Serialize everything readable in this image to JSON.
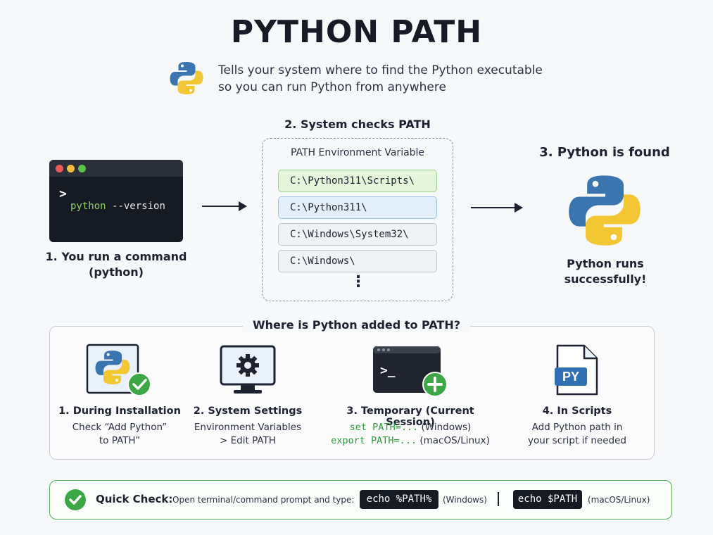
{
  "title": "PYTHON PATH",
  "subtitle": {
    "line1": "Tells your system where to find the Python executable",
    "line2": "so you can run Python from anywhere"
  },
  "colors": {
    "python_blue": "#3a75b0",
    "python_yellow": "#f3c633",
    "green_check": "#3ba845",
    "terminal_bg": "#161a22"
  },
  "step1": {
    "prompt": ">",
    "command_keyword": "python",
    "command_arg": "--version",
    "label_line1": "1. You run a command",
    "label_line2": "(python)"
  },
  "step2": {
    "label": "2. System checks PATH",
    "box_heading": "PATH Environment Variable",
    "entries": [
      "C:\\Python311\\Scripts\\",
      "C:\\Python311\\",
      "C:\\Windows\\System32\\",
      "C:\\Windows\\"
    ],
    "entry_colors": [
      {
        "bg": "#e4f5dc",
        "border": "#9fd48a"
      },
      {
        "bg": "#e2effb",
        "border": "#9cc4ea"
      },
      {
        "bg": "#f1f2f4",
        "border": "#c2c6cd"
      },
      {
        "bg": "#f1f2f4",
        "border": "#c2c6cd"
      }
    ],
    "more": "⋮"
  },
  "step3": {
    "label": "3. Python is found",
    "result_line1": "Python runs",
    "result_line2": "successfully!"
  },
  "added": {
    "title": "Where is Python added to PATH?",
    "cards": [
      {
        "icon": "python-installer-check-icon",
        "title": "1. During Installation",
        "desc_line1": "Check “Add Python”",
        "desc_line2": "to PATH”"
      },
      {
        "icon": "monitor-gear-icon",
        "title": "2. System Settings",
        "desc_line1": "Environment Variables",
        "desc_line2": "> Edit PATH"
      },
      {
        "icon": "terminal-plus-icon",
        "title": "3. Temporary (Current Session)",
        "code1": "set PATH=...",
        "os1": "(Windows)",
        "code2": "export PATH=...",
        "os2": "(macOS/Linux)",
        "terminal_glyph": ">_"
      },
      {
        "icon": "py-file-icon",
        "title": "4. In Scripts",
        "desc_line1": "Add Python path in",
        "desc_line2": "your script if needed",
        "file_label": "PY"
      }
    ]
  },
  "quick_check": {
    "label": "Quick Check:",
    "text": "Open terminal/command prompt and type:",
    "win_cmd": "echo %PATH%",
    "win_os": "(Windows)",
    "unix_cmd": "echo $PATH",
    "unix_os": "(macOS/Linux)"
  }
}
